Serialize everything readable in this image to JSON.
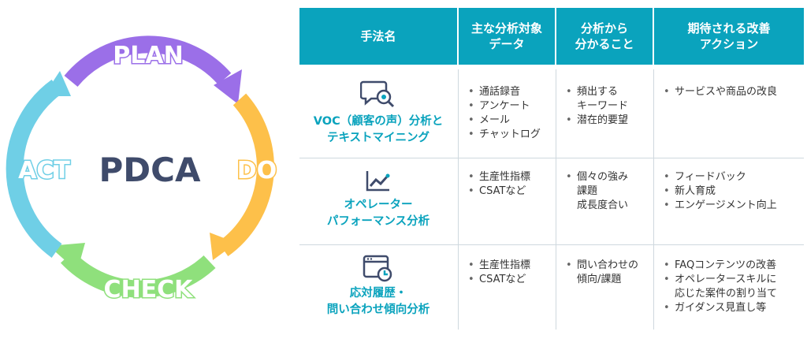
{
  "cycle": {
    "center": "PDCA",
    "plan": "PLAN",
    "do": "DO",
    "check": "CHECK",
    "act": "ACT",
    "colors": {
      "plan": "#9b6fe8",
      "do": "#fdc04a",
      "check": "#8fe07c",
      "act": "#6fcfe6",
      "center": "#3f4b6b"
    }
  },
  "table": {
    "headers": [
      "手法名",
      "主な分析対象\nデータ",
      "分析から\n分かること",
      "期待される改善\nアクション"
    ],
    "header_color": "#0aa3bd",
    "rows": [
      {
        "icon": "chat-search-icon",
        "method": "VOC（顧客の声）分析と\nテキストマイニング",
        "data": [
          "通話録音",
          "アンケート",
          "メール",
          "チャットログ"
        ],
        "findings": [
          "頻出する\nキーワード",
          "潜在的要望"
        ],
        "actions": [
          "サービスや商品の改良"
        ]
      },
      {
        "icon": "line-chart-icon",
        "method": "オペレーター\nパフォーマンス分析",
        "data": [
          "生産性指標",
          "CSATなど"
        ],
        "findings": [
          "個々の強み\n課題\n成長度合い"
        ],
        "actions": [
          "フィードバック",
          "新人育成",
          "エンゲージメント向上"
        ]
      },
      {
        "icon": "history-window-icon",
        "method": "応対履歴・\n問い合わせ傾向分析",
        "data": [
          "生産性指標",
          "CSATなど"
        ],
        "findings": [
          "問い合わせの\n傾向/課題"
        ],
        "actions": [
          "FAQコンテンツの改善",
          "オペレータースキルに\n応じた案件の割り当て",
          "ガイダンス見直し等"
        ]
      }
    ]
  }
}
